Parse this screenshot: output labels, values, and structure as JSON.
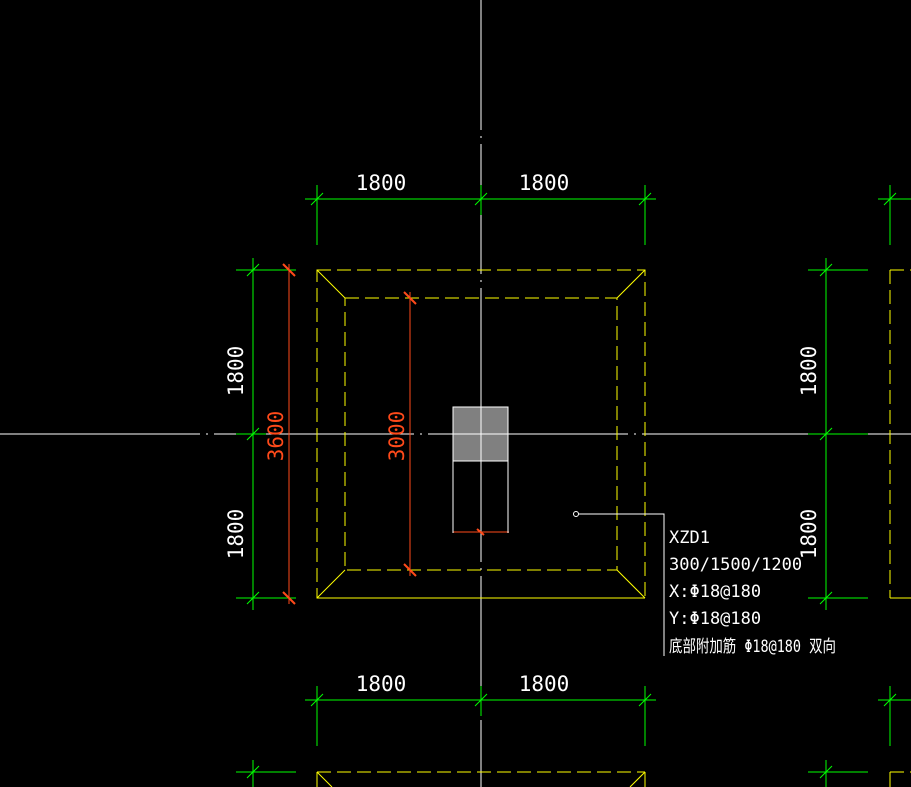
{
  "colors": {
    "background": "#000000",
    "dimension": "#00ff00",
    "outline": "#ffff00",
    "red_dimension": "#ff4a1a",
    "axis": "#ffffff",
    "column_fill": "#808080"
  },
  "dimensions": {
    "top_left": "1800",
    "top_right": "1800",
    "bottom_left": "1800",
    "bottom_right": "1800",
    "left_upper": "1800",
    "left_lower": "1800",
    "right_upper": "1800",
    "right_lower": "1800",
    "red_outer": "3600",
    "red_inner": "3000"
  },
  "label": {
    "name": "XZD1",
    "size": "300/1500/1200",
    "x_rebar": "X:Φ18@180",
    "y_rebar": "Y:Φ18@180",
    "extra": "底部附加筋 Φ18@180 双向"
  }
}
